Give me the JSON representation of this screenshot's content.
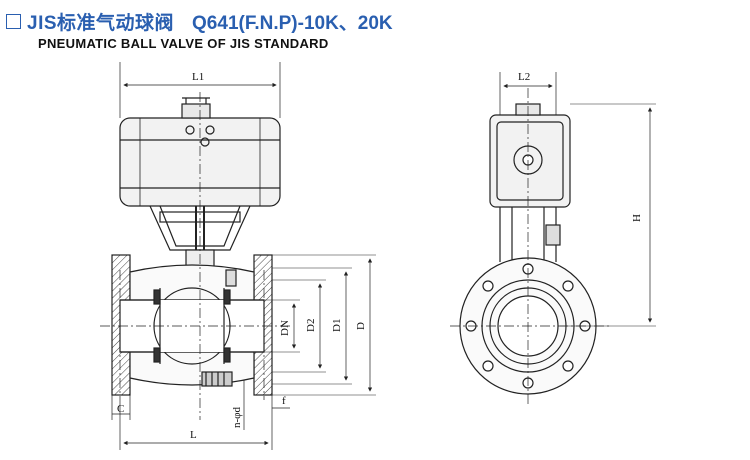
{
  "header": {
    "title_cn": "JIS标准气动球阀",
    "title_model": "Q641(F.N.P)-10K、20K",
    "subtitle": "PNEUMATIC BALL VALVE OF JIS  STANDARD"
  },
  "dimensions": {
    "L1": "L1",
    "L2": "L2",
    "H": "H",
    "DN": "DN",
    "D2": "D2",
    "D1": "D1",
    "D": "D",
    "L": "L",
    "C": "C",
    "f": "f",
    "n_phi_d": "n-φd"
  },
  "colors": {
    "title": "#2a5fb0",
    "line": "#222222"
  }
}
